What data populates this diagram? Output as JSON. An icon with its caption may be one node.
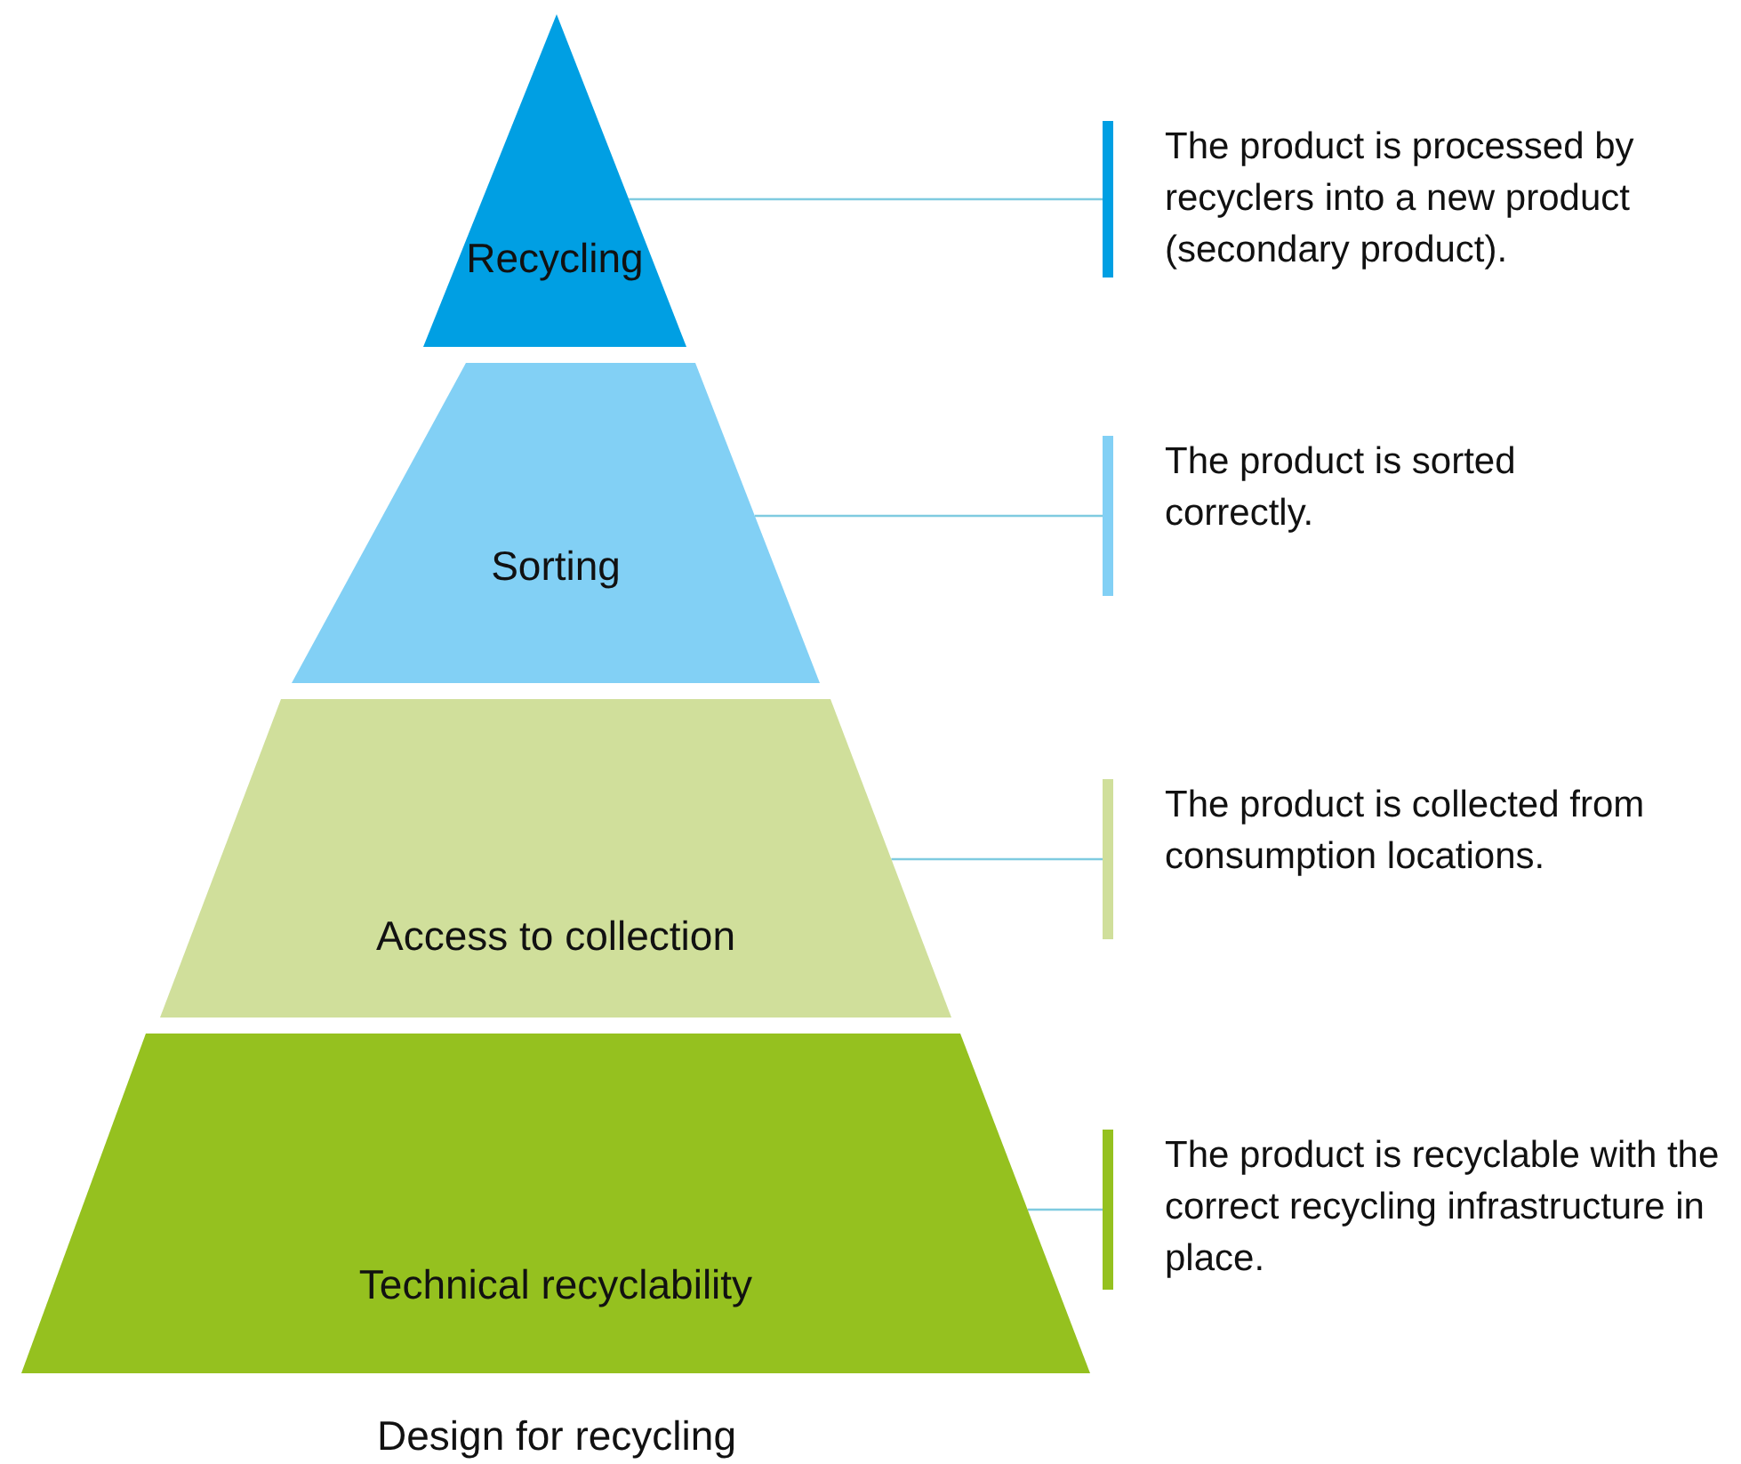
{
  "diagram": {
    "caption": "Design for recycling",
    "nodes": [
      {
        "text": [
          "Recycling"
        ]
      },
      {
        "text": [
          "Sorting"
        ]
      },
      {
        "text": [
          "Access to collection"
        ]
      },
      {
        "text": [
          "Technical recyclability"
        ]
      },
      {
        "text": [
          "The product is processed by recyclers into a new product (secondary product)."
        ]
      },
      {
        "text": [
          "The product is sorted correctly."
        ]
      },
      {
        "text": [
          "The product is collected from consumption locations."
        ]
      },
      {
        "text": [
          "The product is recyclable with the correct recycling infrastructure in place."
        ]
      }
    ],
    "edges": [
      {
        "from": 0,
        "to": 4,
        "arrow": "none"
      },
      {
        "from": 1,
        "to": 5,
        "arrow": "none"
      },
      {
        "from": 2,
        "to": 6,
        "arrow": "none"
      },
      {
        "from": 3,
        "to": 7,
        "arrow": "none"
      }
    ]
  }
}
